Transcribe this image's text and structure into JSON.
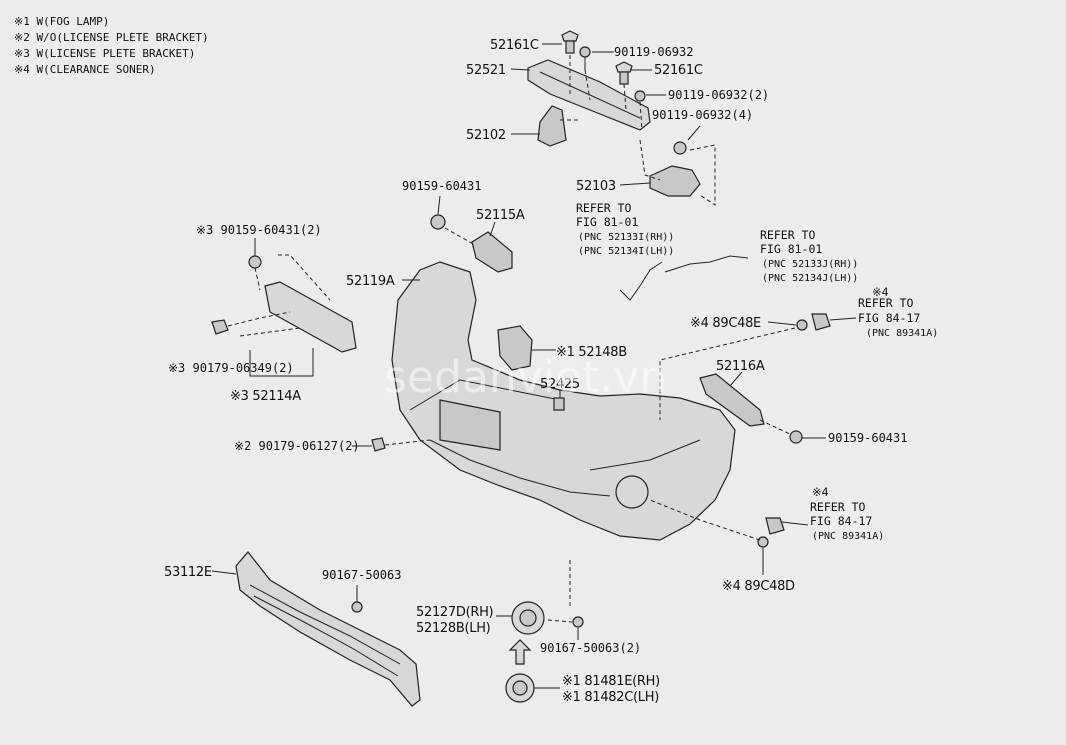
{
  "notes": [
    "※1 W(FOG LAMP)",
    "※2 W/O(LICENSE PLETE BRACKET)",
    "※3 W(LICENSE PLETE BRACKET)",
    "※4 W(CLEARANCE SONER)"
  ],
  "parts": {
    "p52161c_a": "52161C",
    "p90119_a": "90119-06932",
    "p52521": "52521",
    "p52161c_b": "52161C",
    "p90119_b": "90119-06932(2)",
    "p90119_c": "90119-06932(4)",
    "p52102": "52102",
    "p52103": "52103",
    "p90159_top": "90159-60431",
    "p52115a": "52115A",
    "p90159_3": "※3 90159-60431(2)",
    "p52119a": "52119A",
    "p89c48e": "※4 89C48E",
    "p52148b": "※1 52148B",
    "p90179_3": "※3 90179-06349(2)",
    "p52114a": "※3 52114A",
    "p52425": "52425",
    "p52116a": "52116A",
    "p90159_right": "90159-60431",
    "p90179_2": "※2 90179-06127(2)",
    "p53112e": "53112E",
    "p90167_a": "90167-50063",
    "p52127d": "52127D(RH)",
    "p52128b": "52128B(LH)",
    "p90167_b": "90167-50063(2)",
    "p89c48d": "※4 89C48D",
    "p81481e": "※1 81481E(RH)",
    "p81482c": "※1 81482C(LH)"
  },
  "refs": {
    "fig8101_left": [
      "REFER TO",
      "FIG 81-01",
      "(PNC 52133I(RH))",
      "(PNC 52134I(LH))"
    ],
    "fig8101_right": [
      "REFER TO",
      "FIG 81-01",
      "(PNC 52133J(RH))",
      "(PNC 52134J(LH))"
    ],
    "fig8417_top": [
      "※4",
      "REFER TO",
      "FIG 84-17",
      "(PNC 89341A)"
    ],
    "fig8417_bottom": [
      "※4",
      "REFER TO",
      "FIG 84-17",
      "(PNC 89341A)"
    ]
  },
  "watermark": "sedanviet.vn"
}
